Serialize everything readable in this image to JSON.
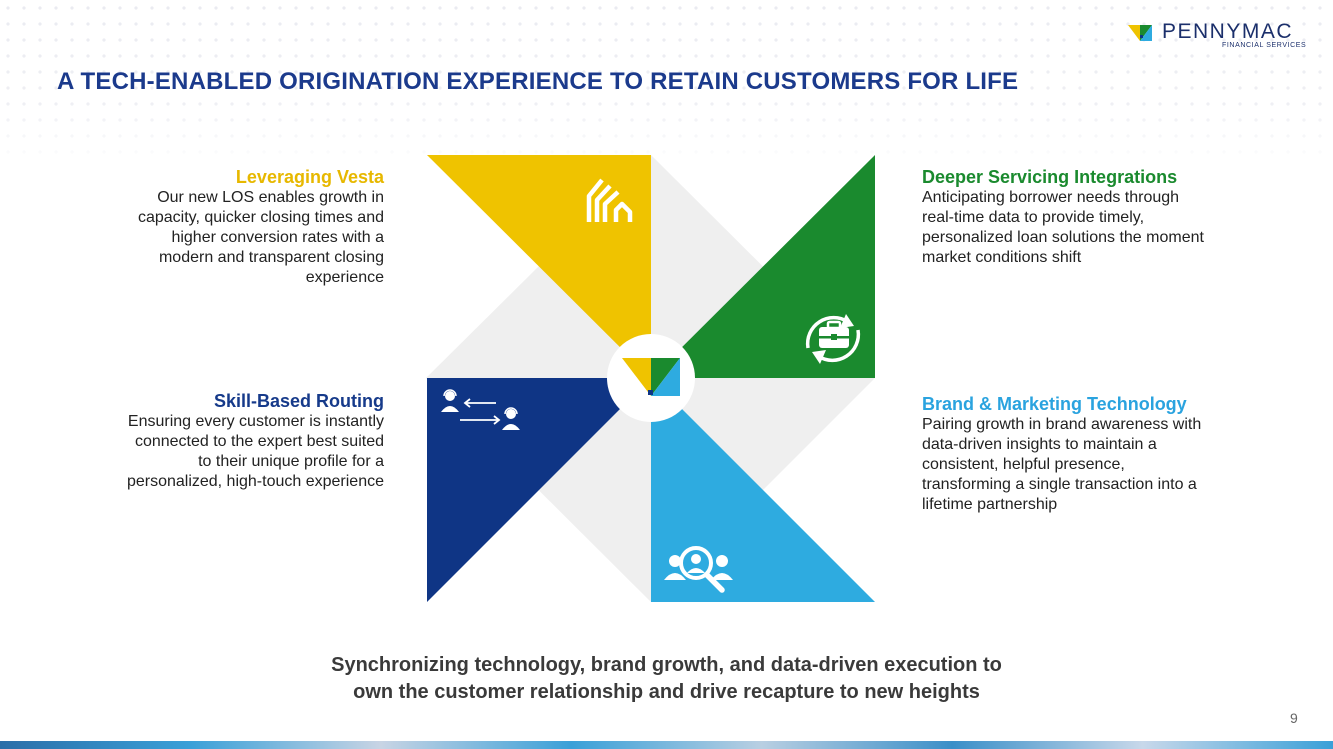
{
  "header": {
    "title": "A TECH-ENABLED ORIGINATION EXPERIENCE TO RETAIN CUSTOMERS FOR LIFE",
    "logo_word": "PENNYMAC",
    "logo_sub": "FINANCIAL SERVICES"
  },
  "blocks": {
    "vesta": {
      "title": "Leveraging Vesta",
      "lines": [
        "Our new LOS enables growth in",
        "capacity, quicker closing times and",
        "higher conversion rates with a",
        "modern and transparent closing",
        "experience"
      ]
    },
    "servicing": {
      "title": "Deeper Servicing Integrations",
      "lines": [
        "Anticipating borrower needs through",
        "real-time data to provide timely,",
        "personalized loan solutions the moment",
        "market conditions shift"
      ]
    },
    "routing": {
      "title": "Skill-Based Routing",
      "lines": [
        "Ensuring every customer is instantly",
        "connected to the expert best suited",
        "to their unique profile for a",
        "personalized, high-touch experience"
      ]
    },
    "brand": {
      "title": "Brand & Marketing Technology",
      "lines": [
        "Pairing growth in brand awareness with",
        "data-driven insights to maintain a",
        "consistent, helpful presence,",
        "transforming a single transaction into a",
        "lifetime partnership"
      ]
    }
  },
  "pinwheel": {
    "colors": {
      "yellow": "#efc300",
      "green": "#1a8a2e",
      "navy": "#0f3585",
      "sky": "#2eabe0",
      "gray": "#efefef"
    },
    "icons": [
      "building-icon",
      "briefcase-refresh-icon",
      "agent-transfer-icon",
      "people-search-icon"
    ]
  },
  "tagline": {
    "line1": "Synchronizing technology, brand growth, and data-driven execution to",
    "line2": "own the customer relationship and drive recapture to new heights"
  },
  "page_number": "9"
}
